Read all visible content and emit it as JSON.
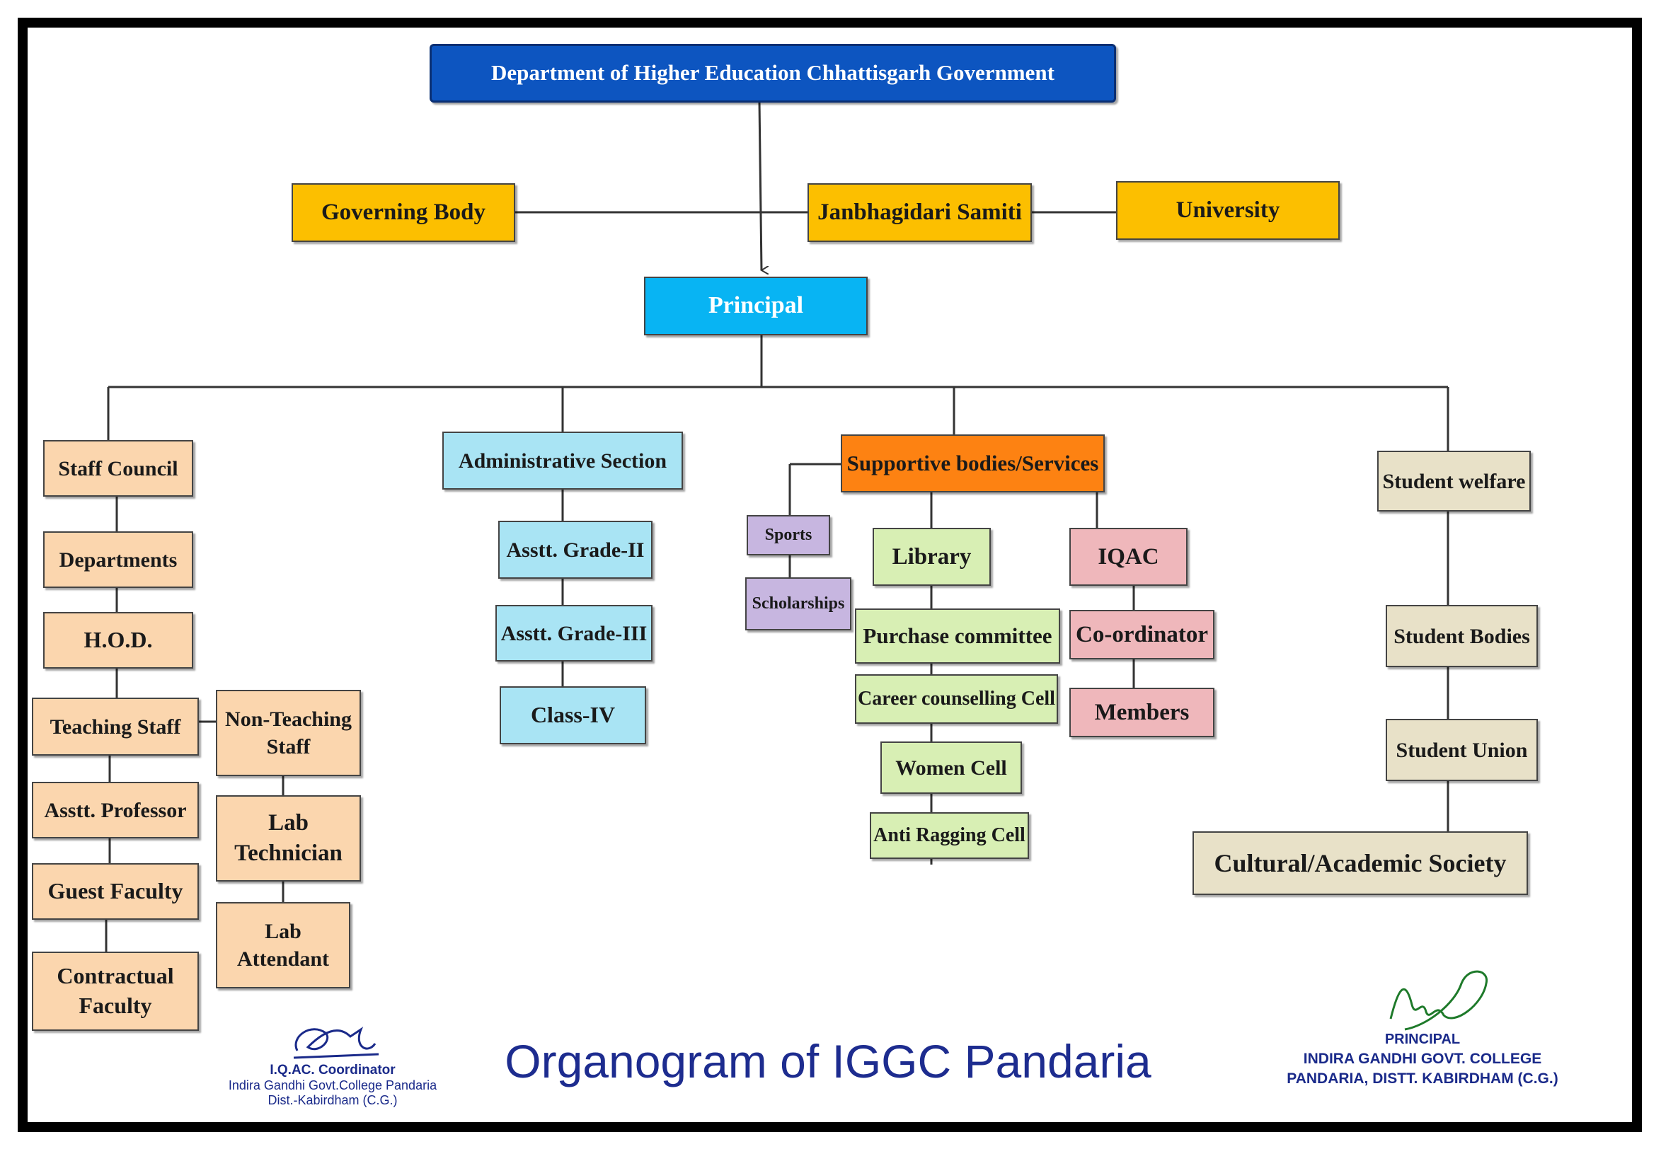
{
  "title": "Organogram of IGGC Pandaria",
  "nodes": {
    "dhe": "Department of Higher Education Chhattisgarh Government",
    "governing_body": "Governing Body",
    "janbhagidari": "Janbhagidari Samiti",
    "university": "University",
    "principal": "Principal",
    "staff_council": "Staff Council",
    "departments": "Departments",
    "hod": "H.O.D.",
    "teaching_staff": "Teaching Staff",
    "non_teaching_staff": "Non-Teaching Staff",
    "asstt_professor": "Asstt. Professor",
    "guest_faculty": "Guest Faculty",
    "contractual_faculty": "Contractual Faculty",
    "lab_technician": "Lab Technician",
    "lab_attendant": "Lab Attendant",
    "administrative_section": "Administrative Section",
    "asstt_grade_ii": "Asstt. Grade-II",
    "asstt_grade_iii": "Asstt. Grade-III",
    "class_iv": "Class-IV",
    "supportive_bodies": "Supportive bodies/Services",
    "sports": "Sports",
    "scholarships": "Scholarships",
    "library": "Library",
    "purchase_committee": "Purchase committee",
    "career_counselling": "Career counselling Cell",
    "women_cell": "Women Cell",
    "anti_ragging": "Anti Ragging Cell",
    "iqac": "IQAC",
    "coordinator": "Co-ordinator",
    "members": "Members",
    "student_welfare": "Student welfare",
    "student_bodies": "Student Bodies",
    "student_union": "Student Union",
    "cultural_society": "Cultural/Academic Society"
  },
  "signatures": {
    "left": {
      "line1": "I.Q.AC. Coordinator",
      "line2": "Indira Gandhi Govt.College Pandaria",
      "line3": "Dist.-Kabirdham (C.G.)"
    },
    "right": {
      "line1": "PRINCIPAL",
      "line2": "INDIRA GANDHI GOVT. COLLEGE",
      "line3": "PANDARIA, DISTT. KABIRDHAM (C.G.)"
    }
  }
}
